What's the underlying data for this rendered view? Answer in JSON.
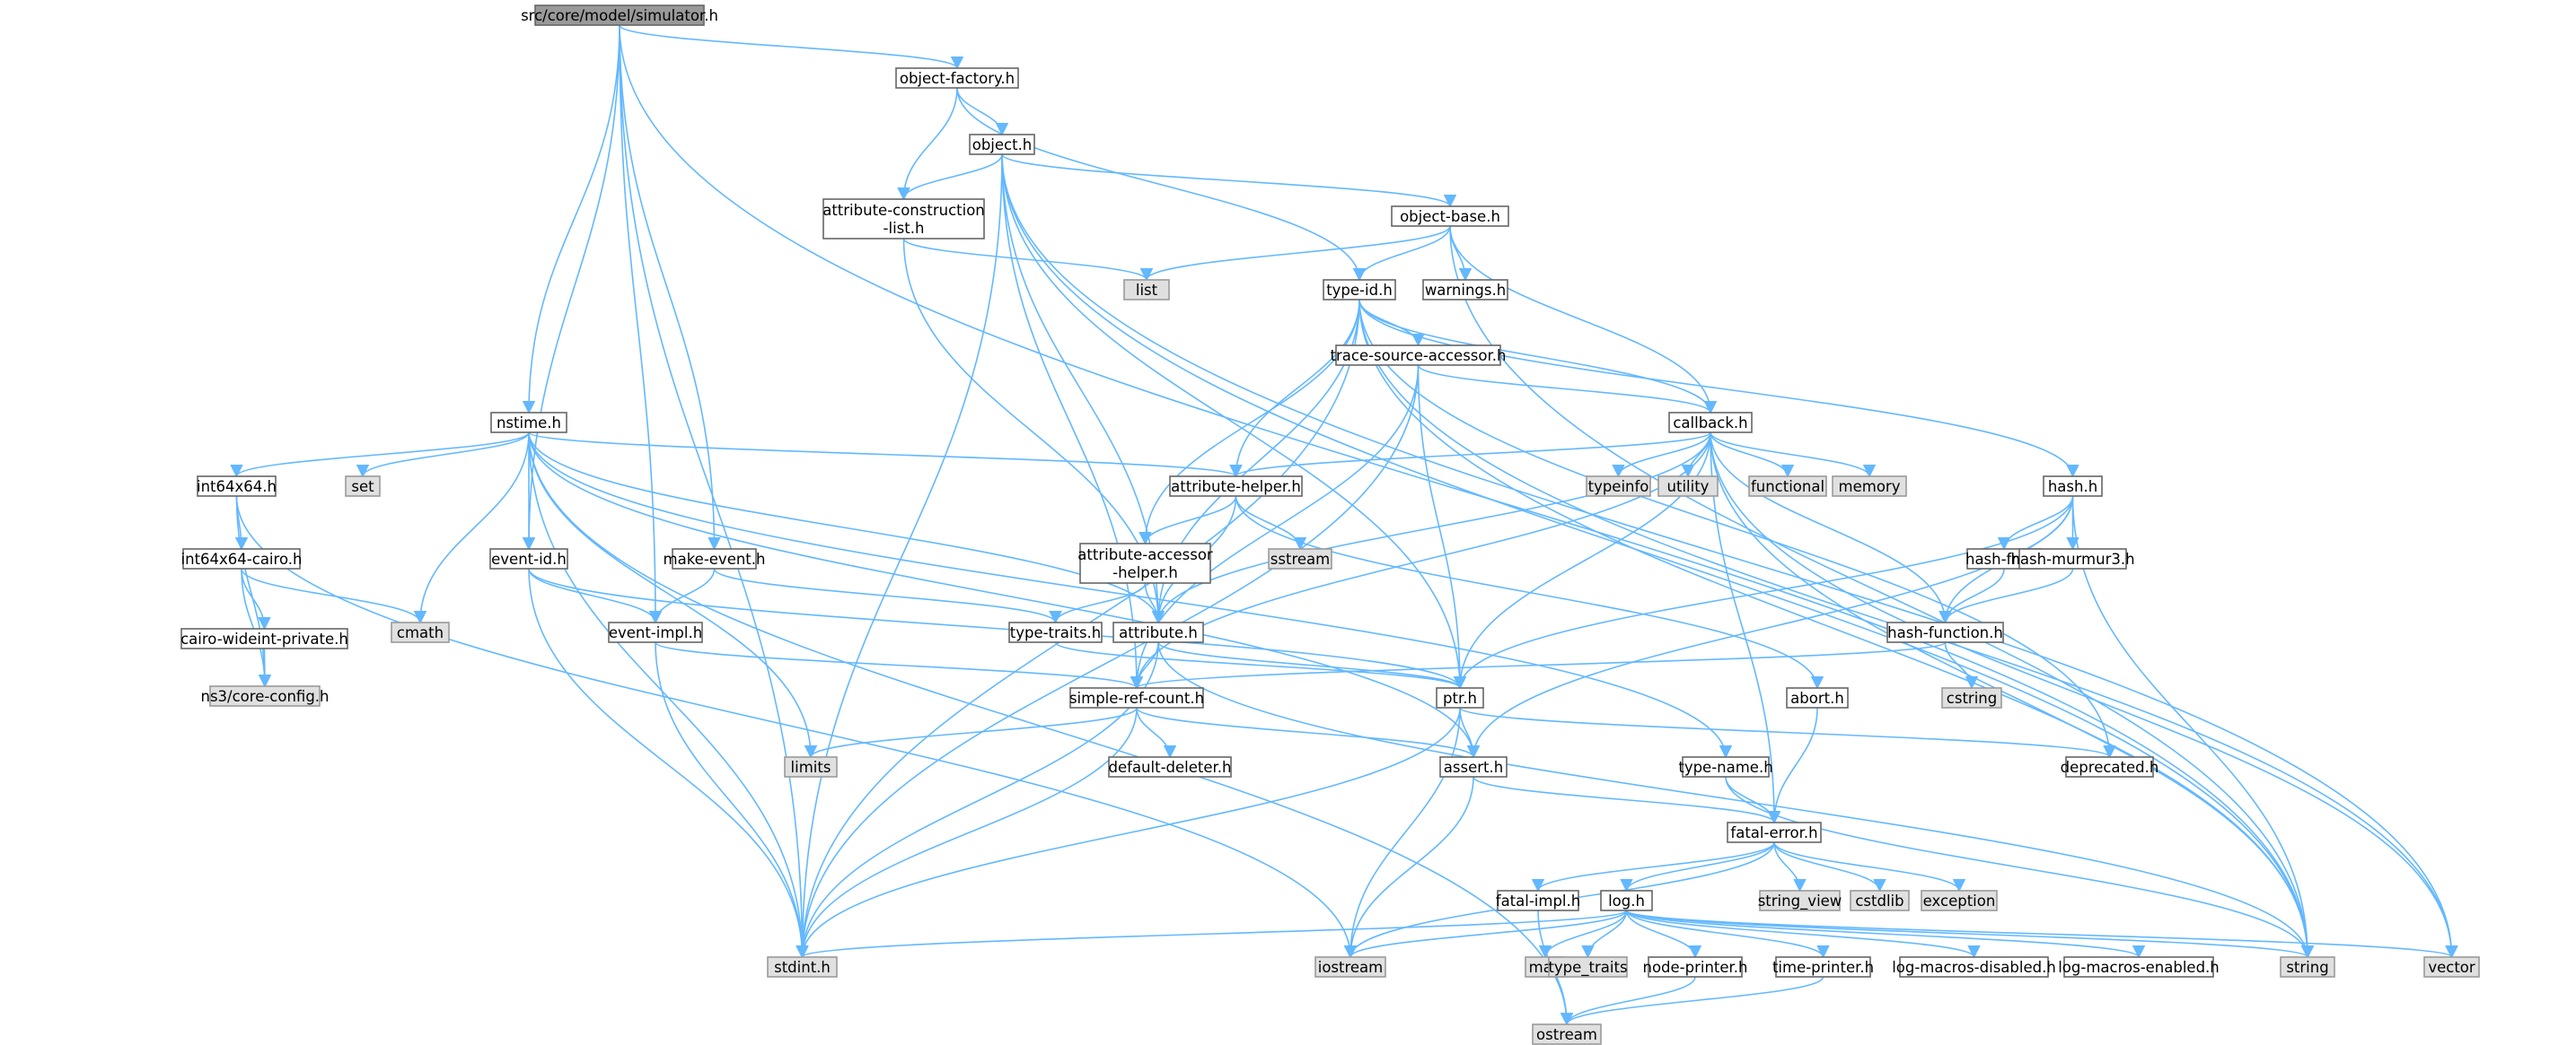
{
  "graph": {
    "edge_color": "#63b8ff",
    "header_fill": "#ffffff",
    "system_fill": "#e0e0e0",
    "root_fill": "#999999",
    "nodes": [
      {
        "id": "simulator",
        "lines": [
          "src/core/model/simulator.h"
        ],
        "kind": "root"
      },
      {
        "id": "object-factory",
        "lines": [
          "object-factory.h"
        ],
        "kind": "header"
      },
      {
        "id": "object",
        "lines": [
          "object.h"
        ],
        "kind": "header"
      },
      {
        "id": "attr-constr",
        "lines": [
          "attribute-construction",
          "-list.h"
        ],
        "kind": "header"
      },
      {
        "id": "object-base",
        "lines": [
          "object-base.h"
        ],
        "kind": "header"
      },
      {
        "id": "list",
        "lines": [
          "list"
        ],
        "kind": "system"
      },
      {
        "id": "type-id",
        "lines": [
          "type-id.h"
        ],
        "kind": "header"
      },
      {
        "id": "warnings",
        "lines": [
          "warnings.h"
        ],
        "kind": "header"
      },
      {
        "id": "trace-source",
        "lines": [
          "trace-source-accessor.h"
        ],
        "kind": "header"
      },
      {
        "id": "callback",
        "lines": [
          "callback.h"
        ],
        "kind": "header"
      },
      {
        "id": "nstime",
        "lines": [
          "nstime.h"
        ],
        "kind": "header"
      },
      {
        "id": "int64x64",
        "lines": [
          "int64x64.h"
        ],
        "kind": "header"
      },
      {
        "id": "set",
        "lines": [
          "set"
        ],
        "kind": "system"
      },
      {
        "id": "attr-helper",
        "lines": [
          "attribute-helper.h"
        ],
        "kind": "header"
      },
      {
        "id": "typeinfo",
        "lines": [
          "typeinfo"
        ],
        "kind": "system"
      },
      {
        "id": "utility",
        "lines": [
          "utility"
        ],
        "kind": "system"
      },
      {
        "id": "functional",
        "lines": [
          "functional"
        ],
        "kind": "system"
      },
      {
        "id": "memory",
        "lines": [
          "memory"
        ],
        "kind": "system"
      },
      {
        "id": "hash",
        "lines": [
          "hash.h"
        ],
        "kind": "header"
      },
      {
        "id": "int64x64-cairo",
        "lines": [
          "int64x64-cairo.h"
        ],
        "kind": "header"
      },
      {
        "id": "event-id",
        "lines": [
          "event-id.h"
        ],
        "kind": "header"
      },
      {
        "id": "make-event",
        "lines": [
          "make-event.h"
        ],
        "kind": "header"
      },
      {
        "id": "attr-accessor",
        "lines": [
          "attribute-accessor",
          "-helper.h"
        ],
        "kind": "header"
      },
      {
        "id": "sstream",
        "lines": [
          "sstream"
        ],
        "kind": "system"
      },
      {
        "id": "hash-fnv",
        "lines": [
          "hash-fnv.h"
        ],
        "kind": "header"
      },
      {
        "id": "hash-murmur3",
        "lines": [
          "hash-murmur3.h"
        ],
        "kind": "header"
      },
      {
        "id": "cairo-wideint",
        "lines": [
          "cairo-wideint-private.h"
        ],
        "kind": "header"
      },
      {
        "id": "cmath",
        "lines": [
          "cmath"
        ],
        "kind": "system"
      },
      {
        "id": "event-impl",
        "lines": [
          "event-impl.h"
        ],
        "kind": "header"
      },
      {
        "id": "type-traits",
        "lines": [
          "type-traits.h"
        ],
        "kind": "header"
      },
      {
        "id": "attribute",
        "lines": [
          "attribute.h"
        ],
        "kind": "header"
      },
      {
        "id": "hash-function",
        "lines": [
          "hash-function.h"
        ],
        "kind": "header"
      },
      {
        "id": "core-config",
        "lines": [
          "ns3/core-config.h"
        ],
        "kind": "system"
      },
      {
        "id": "simple-ref",
        "lines": [
          "simple-ref-count.h"
        ],
        "kind": "header"
      },
      {
        "id": "ptr",
        "lines": [
          "ptr.h"
        ],
        "kind": "header"
      },
      {
        "id": "abort",
        "lines": [
          "abort.h"
        ],
        "kind": "header"
      },
      {
        "id": "cstring",
        "lines": [
          "cstring"
        ],
        "kind": "system"
      },
      {
        "id": "limits",
        "lines": [
          "limits"
        ],
        "kind": "system"
      },
      {
        "id": "default-deleter",
        "lines": [
          "default-deleter.h"
        ],
        "kind": "header"
      },
      {
        "id": "assert",
        "lines": [
          "assert.h"
        ],
        "kind": "header"
      },
      {
        "id": "type-name",
        "lines": [
          "type-name.h"
        ],
        "kind": "header"
      },
      {
        "id": "deprecated",
        "lines": [
          "deprecated.h"
        ],
        "kind": "header"
      },
      {
        "id": "fatal-error",
        "lines": [
          "fatal-error.h"
        ],
        "kind": "header"
      },
      {
        "id": "fatal-impl",
        "lines": [
          "fatal-impl.h"
        ],
        "kind": "header"
      },
      {
        "id": "log",
        "lines": [
          "log.h"
        ],
        "kind": "header"
      },
      {
        "id": "string_view",
        "lines": [
          "string_view"
        ],
        "kind": "system"
      },
      {
        "id": "cstdlib",
        "lines": [
          "cstdlib"
        ],
        "kind": "system"
      },
      {
        "id": "exception",
        "lines": [
          "exception"
        ],
        "kind": "system"
      },
      {
        "id": "stdint",
        "lines": [
          "stdint.h"
        ],
        "kind": "system"
      },
      {
        "id": "iostream",
        "lines": [
          "iostream"
        ],
        "kind": "system"
      },
      {
        "id": "map",
        "lines": [
          "map"
        ],
        "kind": "system"
      },
      {
        "id": "type_traits",
        "lines": [
          "type_traits"
        ],
        "kind": "system"
      },
      {
        "id": "node-printer",
        "lines": [
          "node-printer.h"
        ],
        "kind": "header"
      },
      {
        "id": "time-printer",
        "lines": [
          "time-printer.h"
        ],
        "kind": "header"
      },
      {
        "id": "log-dis",
        "lines": [
          "log-macros-disabled.h"
        ],
        "kind": "header"
      },
      {
        "id": "log-en",
        "lines": [
          "log-macros-enabled.h"
        ],
        "kind": "header"
      },
      {
        "id": "string",
        "lines": [
          "string"
        ],
        "kind": "system"
      },
      {
        "id": "vector",
        "lines": [
          "vector"
        ],
        "kind": "system"
      },
      {
        "id": "ostream",
        "lines": [
          "ostream"
        ],
        "kind": "system"
      }
    ],
    "edges": [
      [
        "simulator",
        "object-factory"
      ],
      [
        "simulator",
        "nstime"
      ],
      [
        "simulator",
        "event-id"
      ],
      [
        "simulator",
        "make-event"
      ],
      [
        "simulator",
        "event-impl"
      ],
      [
        "simulator",
        "stdint"
      ],
      [
        "simulator",
        "string"
      ],
      [
        "object-factory",
        "object"
      ],
      [
        "object-factory",
        "attr-constr"
      ],
      [
        "object-factory",
        "type-id"
      ],
      [
        "object",
        "attr-constr"
      ],
      [
        "object",
        "object-base"
      ],
      [
        "object",
        "attribute"
      ],
      [
        "object",
        "ptr"
      ],
      [
        "object",
        "simple-ref"
      ],
      [
        "object",
        "stdint"
      ],
      [
        "object",
        "string"
      ],
      [
        "object",
        "vector"
      ],
      [
        "attr-constr",
        "list"
      ],
      [
        "attr-constr",
        "attribute"
      ],
      [
        "object-base",
        "list"
      ],
      [
        "object-base",
        "type-id"
      ],
      [
        "object-base",
        "warnings"
      ],
      [
        "object-base",
        "callback"
      ],
      [
        "object-base",
        "string"
      ],
      [
        "type-id",
        "trace-source"
      ],
      [
        "type-id",
        "callback"
      ],
      [
        "type-id",
        "attr-helper"
      ],
      [
        "type-id",
        "attr-accessor"
      ],
      [
        "type-id",
        "attribute"
      ],
      [
        "type-id",
        "hash"
      ],
      [
        "type-id",
        "deprecated"
      ],
      [
        "type-id",
        "stdint"
      ],
      [
        "type-id",
        "string"
      ],
      [
        "type-id",
        "vector"
      ],
      [
        "trace-source",
        "callback"
      ],
      [
        "trace-source",
        "ptr"
      ],
      [
        "trace-source",
        "simple-ref"
      ],
      [
        "trace-source",
        "stdint"
      ],
      [
        "callback",
        "attr-helper"
      ],
      [
        "callback",
        "typeinfo"
      ],
      [
        "callback",
        "utility"
      ],
      [
        "callback",
        "functional"
      ],
      [
        "callback",
        "memory"
      ],
      [
        "callback",
        "attribute"
      ],
      [
        "callback",
        "ptr"
      ],
      [
        "callback",
        "simple-ref"
      ],
      [
        "callback",
        "fatal-error"
      ],
      [
        "callback",
        "string"
      ],
      [
        "callback",
        "vector"
      ],
      [
        "callback",
        "hash-function"
      ],
      [
        "nstime",
        "int64x64"
      ],
      [
        "nstime",
        "set"
      ],
      [
        "nstime",
        "attr-helper"
      ],
      [
        "nstime",
        "event-id"
      ],
      [
        "nstime",
        "cmath"
      ],
      [
        "nstime",
        "attribute"
      ],
      [
        "nstime",
        "assert"
      ],
      [
        "nstime",
        "type-name"
      ],
      [
        "nstime",
        "limits"
      ],
      [
        "nstime",
        "stdint"
      ],
      [
        "nstime",
        "ostream"
      ],
      [
        "int64x64",
        "int64x64-cairo"
      ],
      [
        "int64x64",
        "core-config"
      ],
      [
        "int64x64",
        "iostream"
      ],
      [
        "int64x64-cairo",
        "cairo-wideint"
      ],
      [
        "int64x64-cairo",
        "cmath"
      ],
      [
        "int64x64-cairo",
        "core-config"
      ],
      [
        "cairo-wideint",
        "core-config"
      ],
      [
        "attr-helper",
        "attr-accessor"
      ],
      [
        "attr-helper",
        "sstream"
      ],
      [
        "attr-helper",
        "attribute"
      ],
      [
        "attr-helper",
        "abort"
      ],
      [
        "attr-accessor",
        "type-traits"
      ],
      [
        "attr-accessor",
        "attribute"
      ],
      [
        "event-id",
        "event-impl"
      ],
      [
        "event-id",
        "ptr"
      ],
      [
        "event-id",
        "stdint"
      ],
      [
        "make-event",
        "event-impl"
      ],
      [
        "make-event",
        "type-traits"
      ],
      [
        "event-impl",
        "simple-ref"
      ],
      [
        "event-impl",
        "stdint"
      ],
      [
        "type-traits",
        "ptr"
      ],
      [
        "attribute",
        "ptr"
      ],
      [
        "attribute",
        "simple-ref"
      ],
      [
        "attribute",
        "string"
      ],
      [
        "attribute",
        "stdint"
      ],
      [
        "hash",
        "hash-fnv"
      ],
      [
        "hash",
        "hash-murmur3"
      ],
      [
        "hash",
        "hash-function"
      ],
      [
        "hash",
        "assert"
      ],
      [
        "hash",
        "ptr"
      ],
      [
        "hash",
        "string"
      ],
      [
        "hash-fnv",
        "hash-function"
      ],
      [
        "hash-murmur3",
        "hash-function"
      ],
      [
        "hash-function",
        "cstring"
      ],
      [
        "hash-function",
        "simple-ref"
      ],
      [
        "simple-ref",
        "default-deleter"
      ],
      [
        "simple-ref",
        "assert"
      ],
      [
        "simple-ref",
        "limits"
      ],
      [
        "simple-ref",
        "stdint"
      ],
      [
        "ptr",
        "assert"
      ],
      [
        "ptr",
        "deprecated"
      ],
      [
        "ptr",
        "iostream"
      ],
      [
        "ptr",
        "stdint"
      ],
      [
        "abort",
        "fatal-error"
      ],
      [
        "assert",
        "fatal-error"
      ],
      [
        "assert",
        "iostream"
      ],
      [
        "type-name",
        "fatal-error"
      ],
      [
        "type-name",
        "string"
      ],
      [
        "fatal-error",
        "fatal-impl"
      ],
      [
        "fatal-error",
        "log"
      ],
      [
        "fatal-error",
        "string_view"
      ],
      [
        "fatal-error",
        "cstdlib"
      ],
      [
        "fatal-error",
        "exception"
      ],
      [
        "fatal-error",
        "iostream"
      ],
      [
        "fatal-impl",
        "ostream"
      ],
      [
        "log",
        "log-dis"
      ],
      [
        "log",
        "log-en"
      ],
      [
        "log",
        "node-printer"
      ],
      [
        "log",
        "time-printer"
      ],
      [
        "log",
        "map"
      ],
      [
        "log",
        "type_traits"
      ],
      [
        "log",
        "iostream"
      ],
      [
        "log",
        "stdint"
      ],
      [
        "log",
        "string"
      ],
      [
        "log",
        "vector"
      ],
      [
        "node-printer",
        "ostream"
      ],
      [
        "time-printer",
        "ostream"
      ]
    ]
  }
}
